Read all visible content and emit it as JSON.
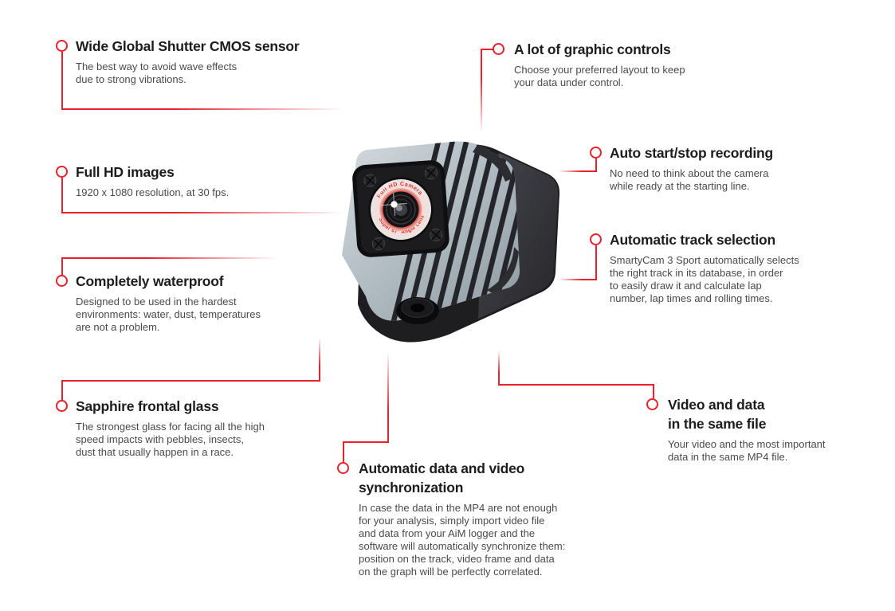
{
  "colors": {
    "accent": "#e8212b",
    "title_text": "#1d1d1f",
    "body_text": "#4a4a4c"
  },
  "product": {
    "name": "SmartyCam 3 Sport action camera",
    "lens_ring_text_top": "Full HD Camera",
    "lens_ring_text_bottom": "Super 67° Angle Lens"
  },
  "features": [
    {
      "key": "wide-global-shutter-cmos-sensor",
      "title": "Wide Global Shutter CMOS sensor",
      "body": "The best way to avoid wave effects\ndue to strong vibrations."
    },
    {
      "key": "full-hd-images",
      "title": "Full HD images",
      "body": "1920 x 1080 resolution, at 30 fps."
    },
    {
      "key": "completely-waterproof",
      "title": "Completely waterproof",
      "body": "Designed to be used in the hardest\nenvironments: water, dust, temperatures\nare not a problem."
    },
    {
      "key": "sapphire-frontal-glass",
      "title": "Sapphire frontal glass",
      "body": "The strongest glass for facing all the high\nspeed impacts with pebbles, insects,\ndust that usually happen in a race."
    },
    {
      "key": "automatic-data-and-video-synchronization",
      "title": "Automatic data and video\nsynchronization",
      "body": "In case the data in the MP4 are not enough\nfor your analysis, simply import video file\nand data from your AiM logger and the\nsoftware will automatically synchronize them:\nposition on the track, video frame and data\non the graph will be perfectly correlated."
    },
    {
      "key": "a-lot-of-graphic-controls",
      "title": "A lot of graphic controls",
      "body": "Choose your preferred layout to keep\nyour data under control."
    },
    {
      "key": "auto-start-stop-recording",
      "title": "Auto start/stop recording",
      "body": "No need to think about the camera\nwhile ready at the starting line."
    },
    {
      "key": "automatic-track-selection",
      "title": "Automatic track selection",
      "body": "SmartyCam 3 Sport automatically selects\nthe right track in its database, in order\nto easily draw it and calculate lap\nnumber, lap times and rolling times."
    },
    {
      "key": "video-and-data-in-the-same-file",
      "title": "Video and data\nin the same file",
      "body": "Your video and the most important\ndata in the same MP4 file."
    }
  ]
}
